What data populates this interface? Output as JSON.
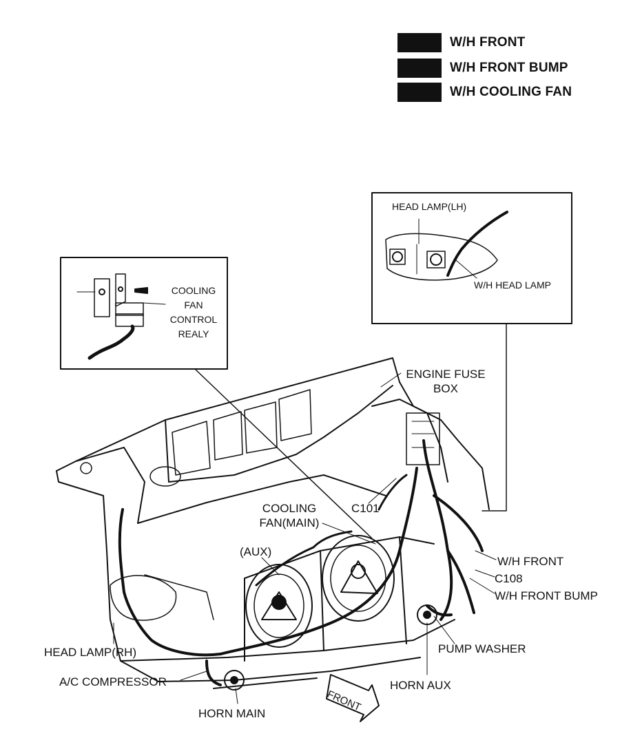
{
  "legend": [
    {
      "label": "W/H FRONT",
      "color": "#111111"
    },
    {
      "label": "W/H FRONT BUMP",
      "color": "#111111"
    },
    {
      "label": "W/H COOLING FAN",
      "color": "#111111"
    }
  ],
  "insets": {
    "relay": {
      "label_lines": [
        "COOLING",
        "FAN",
        "CONTROL",
        "REALY"
      ]
    },
    "headlamp": {
      "title": "HEAD LAMP(LH)",
      "connector": "W/H HEAD LAMP"
    }
  },
  "labels": {
    "engine_fuse_box_1": "ENGINE FUSE",
    "engine_fuse_box_2": "BOX",
    "c101": "C101",
    "cooling_fan_main_1": "COOLING",
    "cooling_fan_main_2": "FAN(MAIN)",
    "aux": "(AUX)",
    "wh_front": "W/H FRONT",
    "c108": "C108",
    "wh_front_bump": "W/H FRONT BUMP",
    "head_lamp_rh": "HEAD LAMP(RH)",
    "pump_washer": "PUMP WASHER",
    "ac_compressor": "A/C COMPRESSOR",
    "horn_aux": "HORN AUX",
    "horn_main": "HORN MAIN",
    "front_arrow": "FRONT"
  }
}
